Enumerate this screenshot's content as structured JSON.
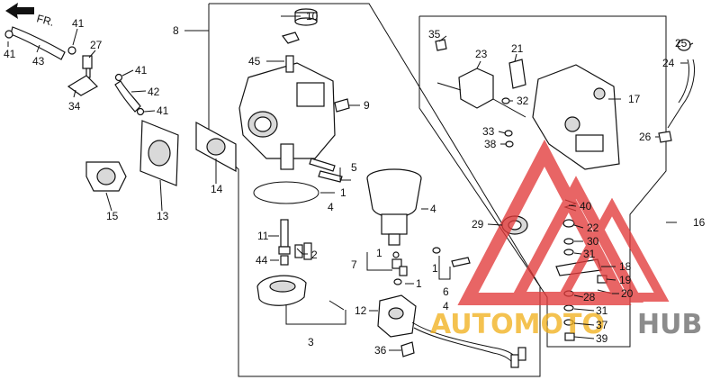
{
  "direction": {
    "label": "FR.",
    "icon": "front-direction-arrow-icon"
  },
  "callouts": [
    "1",
    "2",
    "3",
    "4",
    "5",
    "6",
    "7",
    "8",
    "9",
    "10",
    "11",
    "12",
    "13",
    "14",
    "15",
    "16",
    "17",
    "18",
    "19",
    "20",
    "21",
    "22",
    "23",
    "24",
    "25",
    "26",
    "27",
    "28",
    "29",
    "30",
    "31",
    "32",
    "33",
    "34",
    "35",
    "36",
    "37",
    "38",
    "39",
    "40",
    "41",
    "42",
    "43",
    "44",
    "45"
  ],
  "watermark": {
    "text_left": "AUTOMOTO",
    "text_right": "HUB",
    "red": "#e23a3a",
    "gold": "#f2b21f",
    "grey": "#6d6d6d"
  }
}
